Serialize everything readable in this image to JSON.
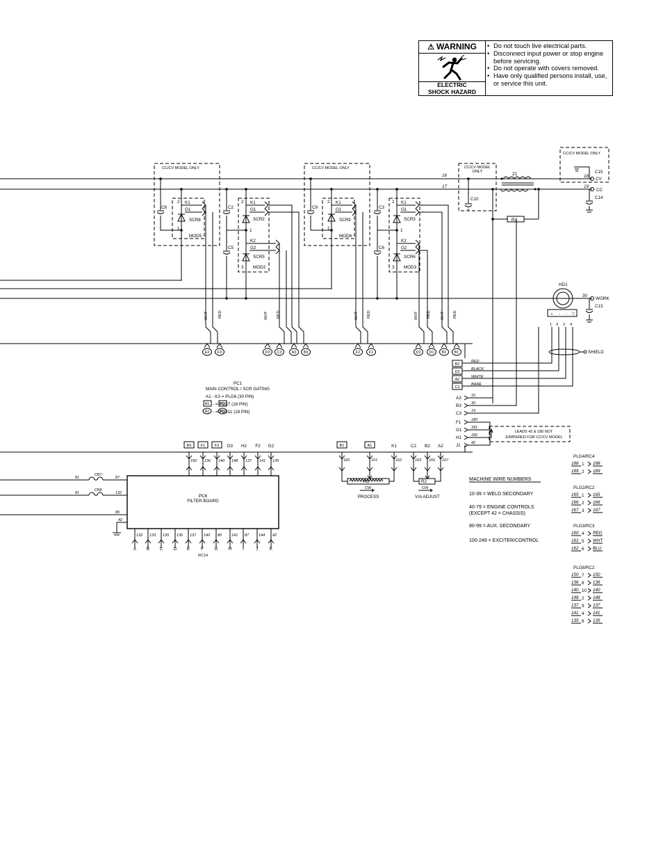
{
  "warning": {
    "title": "WARNING",
    "footer_line1": "ELECTRIC",
    "footer_line2": "SHOCK HAZARD",
    "items": [
      "Do not touch live electrical parts.",
      "Disconnect input power or stop engine before servicing.",
      "Do not operate with covers removed.",
      "Have only qualified persons install, use, or service this unit."
    ]
  },
  "labels": {
    "ccv_only": "CC/CV MODEL ONLY",
    "ccv_only_short1": "CC/CV MODEL",
    "ccv_only_short2": "ONLY",
    "c8": "C8",
    "c2": "C2",
    "c5": "C5",
    "c9": "C9",
    "c3": "C3",
    "c6": "C6",
    "c10": "C10",
    "c15": "C15",
    "c14": "C14",
    "c13": "C13",
    "z1": "Z1",
    "r3": "R3",
    "hd1": "HD1",
    "k1": "K1",
    "g1": "G1",
    "k2": "K2",
    "g2": "G2",
    "scr8": "SCR8",
    "scr2": "SCR2",
    "scr5": "SCR5",
    "scr9": "SCR9",
    "scr3": "SCR3",
    "scr6": "SCR6",
    "mod5": "MOD5",
    "mod2": "MOD2",
    "mod6": "MOD6",
    "mod3": "MOD3",
    "p1": "1",
    "p2": "2",
    "p3": "3",
    "w16": "16",
    "w17": "17",
    "w18": "18",
    "w19": "19",
    "w30": "30",
    "cv": "CV",
    "cc": "CC",
    "work": "WORK",
    "shield": "SHIELD",
    "wht": "WHT",
    "red": "RED",
    "hd_pins": [
      "1",
      "3",
      "2",
      "4"
    ],
    "hd_signs": [
      "+",
      "-",
      "-",
      "▽"
    ]
  },
  "connectors_top": [
    "E3",
    "F3",
    "D3",
    "C3",
    "A3",
    "B3",
    "F2",
    "F1",
    "D2",
    "D1",
    "B2",
    "B1"
  ],
  "side_plug": {
    "boxed": [
      "B2",
      "D2",
      "A2",
      "C2"
    ],
    "colors": [
      "RED",
      "BLACK",
      "WHITE",
      "BARE"
    ],
    "plain": [
      "A3",
      "B3",
      "C3"
    ],
    "plain_wires": [
      "16",
      "30",
      "19"
    ],
    "lower": [
      "F1",
      "G1",
      "H1",
      "J1"
    ],
    "lower_wires": [
      "180",
      "181",
      "182",
      "42"
    ],
    "jumper_note1": "LEADS 42 & 180 NOT",
    "jumper_note2": "JUMPERED FOR CC/CV MODEL"
  },
  "pc1": {
    "title": "PC1",
    "subtitle": "MAIN CONTROL / SCR GATING",
    "line1": "A1  -  K3  =  PLG6 (30 PIN)",
    "line2": "-  =  PLG7 (18 PIN)",
    "line3": "-  =  PLG11 (18 PIN)",
    "a1": "A1",
    "f3": "F3"
  },
  "filter_board": {
    "title": "PC6",
    "subtitle": "FILTER BOARD",
    "top_labels": [
      "B3",
      "F1",
      "F3",
      "D3",
      "H2",
      "F2",
      "G2"
    ],
    "top_wires": [
      "150",
      "136",
      "140",
      "148",
      "137",
      "141",
      "135"
    ],
    "bottom_wires": [
      "132",
      "133",
      "135",
      "136",
      "137",
      "140",
      "80",
      "141",
      "87",
      "144",
      "42"
    ],
    "bottom_pins": [
      "A",
      "B",
      "C",
      "D",
      "E",
      "F",
      "G",
      "H",
      "I",
      "J",
      "K"
    ],
    "rc": "RC14",
    "cb7": "CB7",
    "cb8": "CB8",
    "in_wires": [
      "81",
      "87",
      "81",
      "132",
      "80",
      "42"
    ]
  },
  "pots": {
    "labels": [
      "B1",
      "A1",
      "K1",
      "C2",
      "B2",
      "A2"
    ],
    "wires": [
      "160",
      "161",
      "162",
      "165",
      "166",
      "167"
    ],
    "r1": "R1",
    "r2": "R2",
    "cw": "CW",
    "process": "PROCESS",
    "va": "V/A ADJUST"
  },
  "machine_wire_numbers": {
    "title": "MACHINE  WIRE  NUMBERS",
    "rows": [
      "10-39  =  WELD  SECONDARY",
      "40-79  =  ENGINE  CONTROLS",
      "(EXCEPT  42  =  CHASSIS)",
      "80-99  =  AUX.  SECONDARY",
      "100-249  =  EXCITER/CONTROL"
    ]
  },
  "plug_tables": [
    {
      "title": "PLG4/RC4",
      "rows": [
        [
          "188",
          "1",
          "188"
        ],
        [
          "189",
          "2",
          "189"
        ]
      ]
    },
    {
      "title": "PLG2/RC2",
      "rows": [
        [
          "165",
          "1",
          "165"
        ],
        [
          "166",
          "2",
          "166"
        ],
        [
          "167",
          "3",
          "167"
        ]
      ]
    },
    {
      "title": "PLG3/RC3",
      "rows": [
        [
          "160",
          "4",
          "RED"
        ],
        [
          "161",
          "5",
          "WHT"
        ],
        [
          "162",
          "6",
          "BLU"
        ]
      ]
    },
    {
      "title": "PLG8/RC2",
      "rows": [
        [
          "150",
          "7",
          "150"
        ],
        [
          "136",
          "8",
          "136"
        ],
        [
          "140",
          "10",
          "140"
        ],
        [
          "148",
          "2",
          "148"
        ],
        [
          "137",
          "9",
          "137"
        ],
        [
          "141",
          "4",
          "141"
        ],
        [
          "135",
          "6",
          "135"
        ]
      ]
    }
  ]
}
